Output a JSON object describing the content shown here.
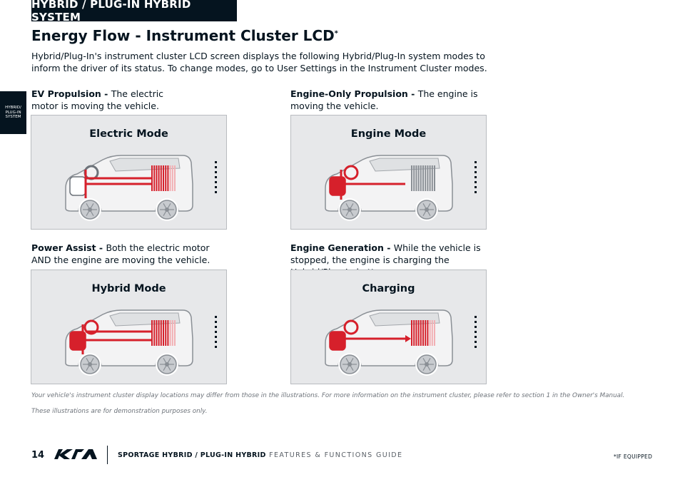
{
  "header": {
    "section_tab": "HYBRID / PLUG-IN HYBRID SYSTEM"
  },
  "side_tab": {
    "line1": "HYBRID/",
    "line2": "PLUG-IN",
    "line3": "SYSTEM"
  },
  "page": {
    "title": "Energy Flow - Instrument Cluster LCD",
    "title_mark": "*",
    "intro": "Hybrid/Plug-In's instrument cluster LCD screen displays the following Hybrid/Plug-In system modes to inform the driver of its status. To change modes, go to User Settings in the Instrument Cluster modes."
  },
  "modes": [
    {
      "heading": "EV Propulsion - ",
      "description": "The electric motor is moving the vehicle.",
      "panel_label": "Electric Mode"
    },
    {
      "heading": "Engine-Only Propulsion - ",
      "description": "The engine is moving the vehicle.",
      "panel_label": "Engine Mode"
    },
    {
      "heading": "Power Assist - ",
      "description": "Both the electric motor AND the engine are moving the vehicle.",
      "panel_label": "Hybrid Mode"
    },
    {
      "heading": "Engine Generation - ",
      "description": "While the vehicle is stopped, the engine is charging the Hybrid/Plug-In battery.",
      "panel_label": "Charging"
    }
  ],
  "notes": {
    "cluster_note": "Your vehicle's instrument cluster display locations may differ from those in the illustrations. For more information on the instrument cluster, please refer to section 1 in the Owner's Manual.",
    "illustration_note": "These illustrations are for demonstration purposes only."
  },
  "footer": {
    "page_number": "14",
    "brand_logo": "KIA",
    "guide_bold": "SPORTAGE HYBRID / PLUG-IN HYBRID",
    "guide_light": " FEATURES & FUNCTIONS GUIDE",
    "if_equipped": "*IF EQUIPPED"
  },
  "colors": {
    "brand_dark": "#05141f",
    "energy_red": "#d6202b",
    "panel_bg": "#e7e8ea"
  }
}
